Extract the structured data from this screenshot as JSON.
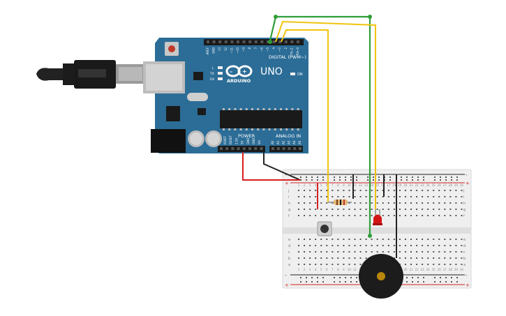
{
  "board": {
    "brand": "ARDUINO",
    "model": "UNO",
    "digital_label": "DIGITAL (PWM~)",
    "analog_label": "ANALOG IN",
    "power_label": "POWER",
    "on_label": "ON",
    "led_labels": [
      "L",
      "TX",
      "RX"
    ],
    "top_pin_labels": [
      "AREF",
      "GND",
      "13",
      "12",
      "~11",
      "~10",
      "~9",
      "8",
      "7",
      "~6",
      "~5",
      "4",
      "~3",
      "2",
      "TX→1",
      "RX←0"
    ],
    "power_pin_labels": [
      "IOREF",
      "RESET",
      "3.3V",
      "5V",
      "GND",
      "GND",
      "Vin"
    ],
    "analog_pin_labels": [
      "A0",
      "A1",
      "A2",
      "A3",
      "A4",
      "A5"
    ]
  },
  "breadboard": {
    "row_letters_top": [
      "j",
      "i",
      "h",
      "g",
      "f"
    ],
    "row_letters_bottom": [
      "e",
      "d",
      "c",
      "b",
      "a"
    ],
    "column_count": 30,
    "rail_plus": "+",
    "rail_minus": "-"
  },
  "colors": {
    "board": "#2c6d97",
    "wire_green": "#2f9e3a",
    "wire_yellow": "#f1c40f",
    "wire_red": "#d62020",
    "wire_black": "#222222",
    "breadboard": "#efefef",
    "led": "#d41414",
    "buzzer": "#1c1c1c"
  }
}
